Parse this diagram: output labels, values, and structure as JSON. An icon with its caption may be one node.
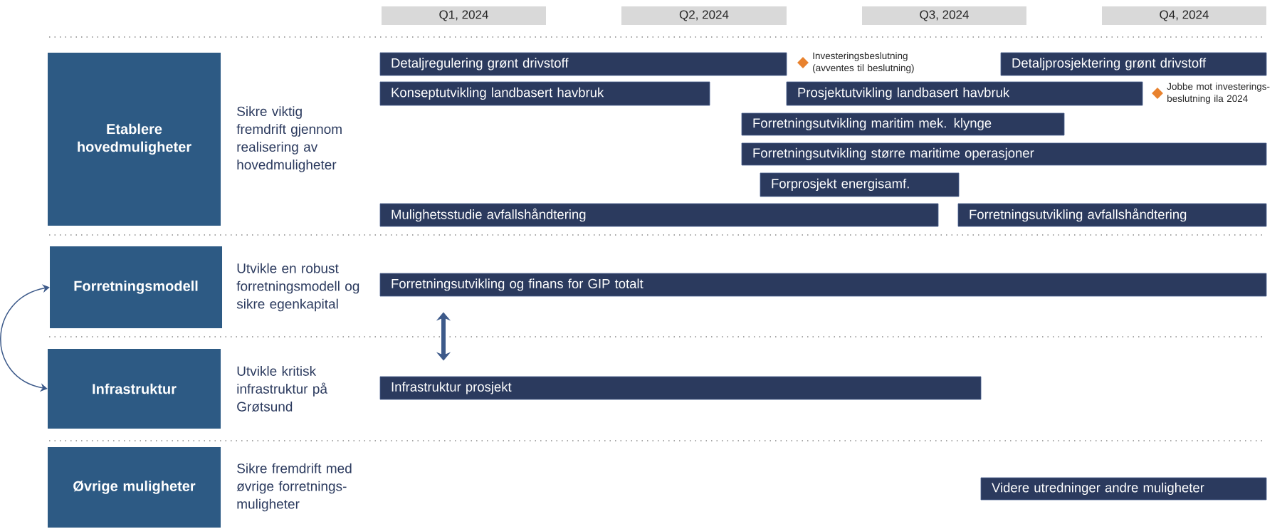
{
  "diagram": {
    "nodes": [
      {
        "text": [
          "Q1, 2024"
        ]
      },
      {
        "text": [
          "Q2, 2024"
        ]
      },
      {
        "text": [
          "Q3, 2024"
        ]
      },
      {
        "text": [
          "Q4, 2024"
        ]
      },
      {
        "text": [
          "Etablere hovedmuligheter"
        ],
        "beside": [
          "Sikre viktig fremdrift gjennom realisering av hovedmuligheter"
        ]
      },
      {
        "text": [
          "Detaljregulering grønt drivstoff"
        ]
      },
      {
        "text": [],
        "shape": "diamond",
        "beside": [
          "Investeringsbeslutning (avventes til beslutning)"
        ]
      },
      {
        "text": [
          "Detaljprosjektering grønt drivstoff"
        ]
      },
      {
        "text": [
          "Konseptutvikling landbasert havbruk"
        ]
      },
      {
        "text": [
          "Prosjektutvikling landbasert havbruk"
        ]
      },
      {
        "text": [],
        "shape": "diamond",
        "beside": [
          "Jobbe mot investerings-beslutning ila 2024"
        ]
      },
      {
        "text": [
          "Forretningsutvikling maritim mek. klynge"
        ]
      },
      {
        "text": [
          "Forretningsutvikling større maritime operasjoner"
        ]
      },
      {
        "text": [
          "Forprosjekt energisamf."
        ]
      },
      {
        "text": [
          "Mulighetsstudie avfallshåndtering"
        ]
      },
      {
        "text": [
          "Forretningsutvikling avfallshåndtering"
        ]
      },
      {
        "text": [
          "Forretningsmodell"
        ],
        "beside": [
          "Utvikle en robust forretningsmodell og sikre egenkapital"
        ]
      },
      {
        "text": [
          "Forretningsutvikling og finans for GIP totalt"
        ]
      },
      {
        "text": [
          "Infrastruktur"
        ],
        "beside": [
          "Utvikle kritisk infrastruktur på Grøtsund"
        ]
      },
      {
        "text": [
          "Infrastruktur prosjekt"
        ]
      },
      {
        "text": [
          "Øvrige muligheter"
        ],
        "beside": [
          "Sikre fremdrift med øvrige forretnings-muligheter"
        ]
      },
      {
        "text": [
          "Videre utredninger andre muligheter"
        ]
      }
    ],
    "edges": [
      {
        "from": 16,
        "to": 18,
        "arrow": "both"
      },
      {
        "from": 17,
        "to": 19,
        "arrow": "both",
        "style": "thick"
      }
    ]
  }
}
